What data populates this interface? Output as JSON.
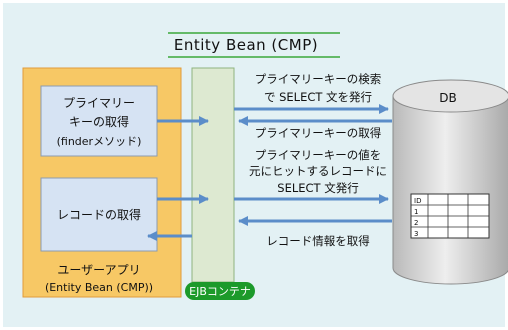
{
  "title": "Entity Bean (CMP)",
  "user_app": {
    "label_line1": "ユーザーアプリ",
    "label_line2": "(Entity Bean (CMP))",
    "box1_lines": [
      "プライマリー",
      "キーの取得",
      "(finderメソッド)"
    ],
    "box2_label": "レコードの取得"
  },
  "ejb_container": {
    "label": "EJBコンテナ"
  },
  "messages": {
    "sql1_lines": [
      "プライマリーキーの検索",
      "で SELECT 文を発行"
    ],
    "ret1": "プライマリーキーの取得",
    "sql2_lines": [
      "プライマリーキーの値を",
      "元にヒットするレコードに",
      "SELECT 文発行"
    ],
    "ret2": "レコード情報を取得"
  },
  "db": {
    "label": "DB",
    "table_rows": [
      "ID",
      "1",
      "2",
      "3"
    ]
  },
  "colors": {
    "background": "#e3f1f4",
    "user_app_fill": "#f7c865",
    "user_app_border": "#e19b3a",
    "inner_box_fill": "#d6e3f3",
    "container_fill": "#dde9d1",
    "container_border": "#8fb47e",
    "badge_green": "#1c9a2a",
    "arrow": "#5b8dc9",
    "title_underline": "#3aa83a"
  }
}
